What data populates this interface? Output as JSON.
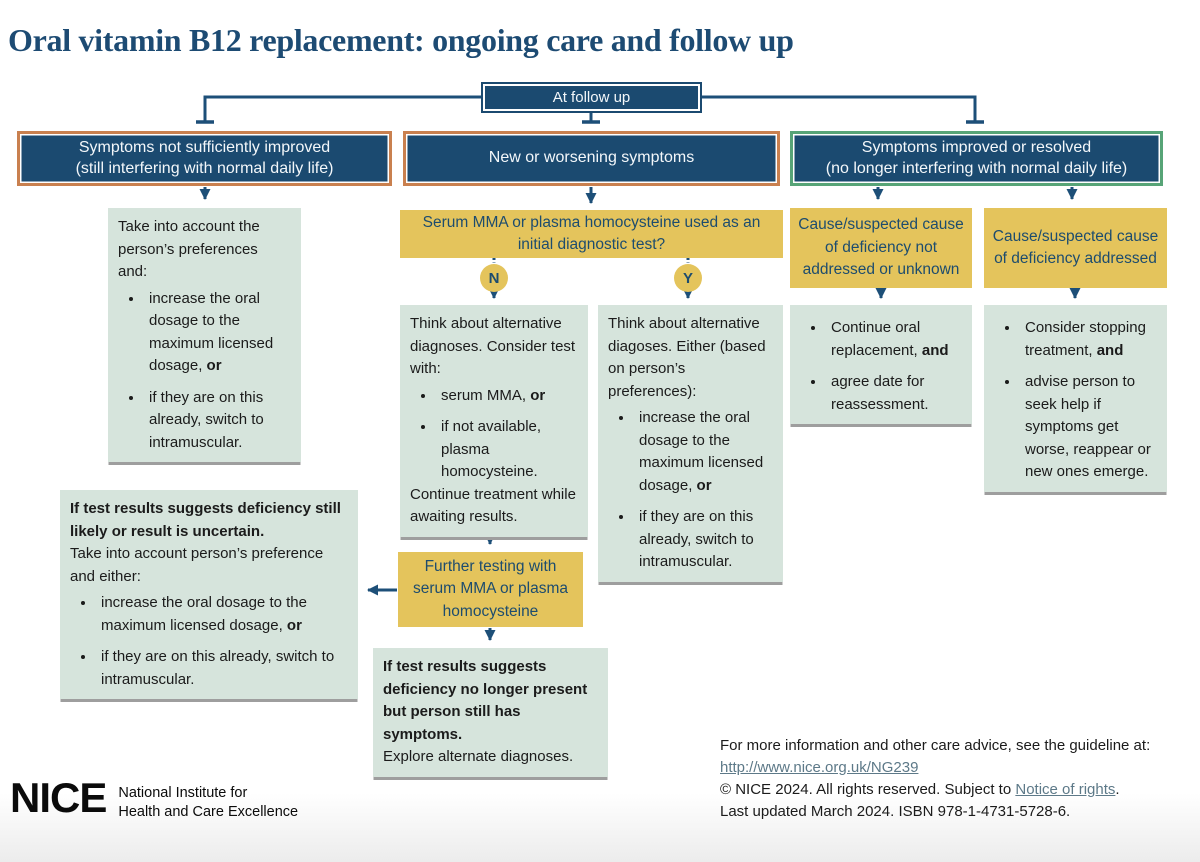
{
  "title": "Oral vitamin B12 replacement: ongoing care and follow up",
  "colors": {
    "navy": "#1b4a70",
    "orange_border": "#c9804f",
    "green_border": "#57a477",
    "yellow": "#e4c45c",
    "mint": "#d6e4dc",
    "link": "#5d7988"
  },
  "flow": {
    "at_follow_up": "At follow up",
    "branches": {
      "not_improved": {
        "line1": "Symptoms not sufficiently improved",
        "line2": "(still interfering with normal daily life)"
      },
      "new_worsening": {
        "line1": "New or worsening symptoms"
      },
      "improved": {
        "line1": "Symptoms improved or resolved",
        "line2": "(no longer interfering with normal daily life)"
      }
    },
    "decision": {
      "no_label": "N",
      "yes_label": "Y"
    },
    "boxes": {
      "take_into_account": {
        "blocks": [
          {
            "type": "p",
            "seg": [
              {
                "t": "Take into account the person’s preferences and:"
              }
            ]
          },
          {
            "type": "li",
            "seg": [
              {
                "t": "increase the oral dosage to the maximum licensed dosage, "
              },
              {
                "t": "or",
                "b": true
              }
            ]
          },
          {
            "type": "li",
            "seg": [
              {
                "t": "if they are on this already, switch to intramuscular."
              }
            ]
          }
        ]
      },
      "mma_question": {
        "text": "Serum MMA or plasma homocysteine used as an initial diagnostic test?"
      },
      "think_no": {
        "blocks": [
          {
            "type": "p",
            "seg": [
              {
                "t": "Think about alternative diagnoses. Consider test with:"
              }
            ]
          },
          {
            "type": "li",
            "seg": [
              {
                "t": "serum MMA, "
              },
              {
                "t": "or",
                "b": true
              }
            ]
          },
          {
            "type": "li",
            "seg": [
              {
                "t": "if not available, plasma homocysteine."
              }
            ]
          },
          {
            "type": "p",
            "seg": [
              {
                "t": "Continue treatment while awaiting results."
              }
            ]
          }
        ]
      },
      "think_yes": {
        "blocks": [
          {
            "type": "p",
            "seg": [
              {
                "t": "Think about alternative diagoses. Either (based on person’s preferences):"
              }
            ]
          },
          {
            "type": "li",
            "seg": [
              {
                "t": "increase the oral dosage to the maximum licensed dosage, "
              },
              {
                "t": "or",
                "b": true
              }
            ]
          },
          {
            "type": "li",
            "seg": [
              {
                "t": "if they are on this already, switch to intramuscular."
              }
            ]
          }
        ]
      },
      "cause_not_addressed": {
        "text": "Cause/suspected cause of deficiency not addressed or unknown"
      },
      "cause_addressed": {
        "text": "Cause/suspected cause of deficiency addressed"
      },
      "continue_oral": {
        "blocks": [
          {
            "type": "li",
            "seg": [
              {
                "t": "Continue oral replacement, "
              },
              {
                "t": "and",
                "b": true
              }
            ]
          },
          {
            "type": "li",
            "seg": [
              {
                "t": "agree date for reassessment."
              }
            ]
          }
        ]
      },
      "consider_stopping": {
        "blocks": [
          {
            "type": "li",
            "seg": [
              {
                "t": "Consider stopping treatment, "
              },
              {
                "t": "and",
                "b": true
              }
            ]
          },
          {
            "type": "li",
            "seg": [
              {
                "t": "advise person to seek help if symptoms get worse, reappear or new ones emerge."
              }
            ]
          }
        ]
      },
      "still_likely": {
        "blocks": [
          {
            "type": "p",
            "seg": [
              {
                "t": "If test results suggests deficiency still likely or result is uncertain.",
                "b": true
              }
            ]
          },
          {
            "type": "p",
            "seg": [
              {
                "t": "Take into account person’s preference and either:"
              }
            ]
          },
          {
            "type": "li",
            "seg": [
              {
                "t": "increase the oral dosage to the maximum licensed dosage, "
              },
              {
                "t": "or",
                "b": true
              }
            ]
          },
          {
            "type": "li",
            "seg": [
              {
                "t": "if they are on this already, switch to intramuscular."
              }
            ]
          }
        ]
      },
      "further_testing": {
        "text": "Further testing with serum MMA or plasma homocysteine"
      },
      "no_longer_present": {
        "blocks": [
          {
            "type": "p",
            "seg": [
              {
                "t": "If test results suggests deficiency no longer present but person still has symptoms.",
                "b": true
              }
            ]
          },
          {
            "type": "p",
            "seg": [
              {
                "t": "Explore alternate diagnoses."
              }
            ]
          }
        ]
      }
    }
  },
  "footer": {
    "info_line": "For more information and other care advice, see the guideline at:",
    "guideline_link": "http://www.nice.org.uk/NG239",
    "copyright_pre": "© NICE 2024. All rights reserved. Subject to ",
    "rights_link": "Notice of rights",
    "copyright_post": ".",
    "updated_line": "Last updated March 2024. ISBN 978-1-4731-5728-6."
  },
  "logo": {
    "acronym": "NICE",
    "org_line1": "National Institute for",
    "org_line2": "Health and Care Excellence"
  }
}
